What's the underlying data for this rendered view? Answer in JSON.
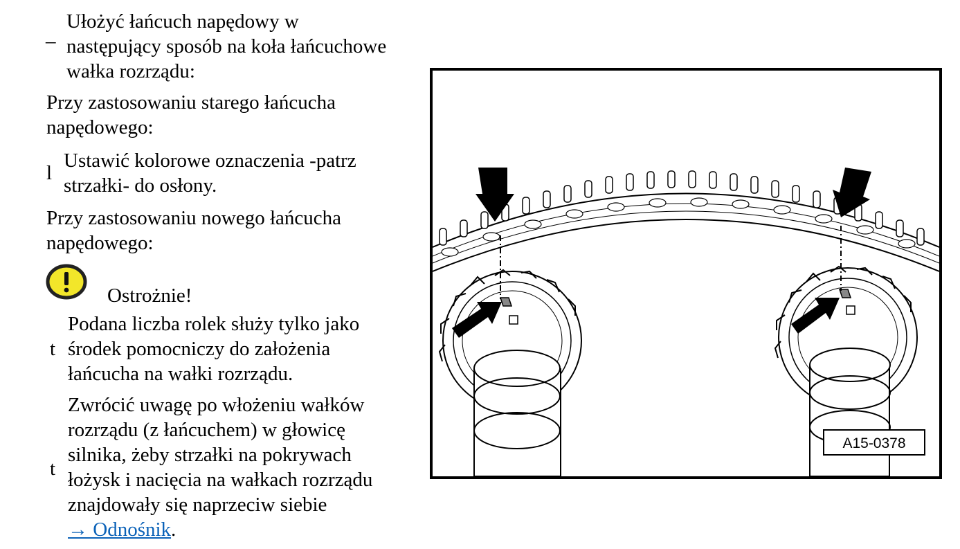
{
  "steps": [
    {
      "marker": "_",
      "lines": [
        "Ułożyć łańcuch napędowy w",
        "następujący sposób na koła łańcuchowe",
        "wałka rozrządu:"
      ]
    }
  ],
  "section_old_chain": {
    "lines": [
      "Przy zastosowaniu starego łańcucha",
      "napędowego:"
    ]
  },
  "old_chain_step": {
    "marker": "l",
    "lines": [
      "Ustawić kolorowe oznaczenia -patrz",
      "strzałki- do osłony."
    ]
  },
  "section_new_chain": {
    "lines": [
      "Przy zastosowaniu nowego łańcucha",
      "napędowego:"
    ]
  },
  "caution": {
    "icon": "warning-exclamation-icon",
    "icon_color": "#f2e62a",
    "label": "Ostrożnie!"
  },
  "notes": [
    {
      "marker": "t",
      "lines": [
        "Podana liczba rolek służy tylko jako",
        "środek pomocniczy do założenia",
        "łańcucha na wałki rozrządu."
      ]
    },
    {
      "marker": "t",
      "lines": [
        "Zwrócić uwagę po włożeniu wałków",
        "rozrządu (z łańcuchem) w głowicę",
        "silnika, żeby strzałki na pokrywach",
        "łożysk i nacięcia na wałkach rozrządu",
        "znajdowały się naprzeciw siebie"
      ],
      "link_text": "→ Odnośnik",
      "trailing": "."
    }
  ],
  "figure": {
    "caption": "A15-0378"
  },
  "colors": {
    "link": "#0b62b8",
    "warning_fill": "#f2e62a"
  }
}
